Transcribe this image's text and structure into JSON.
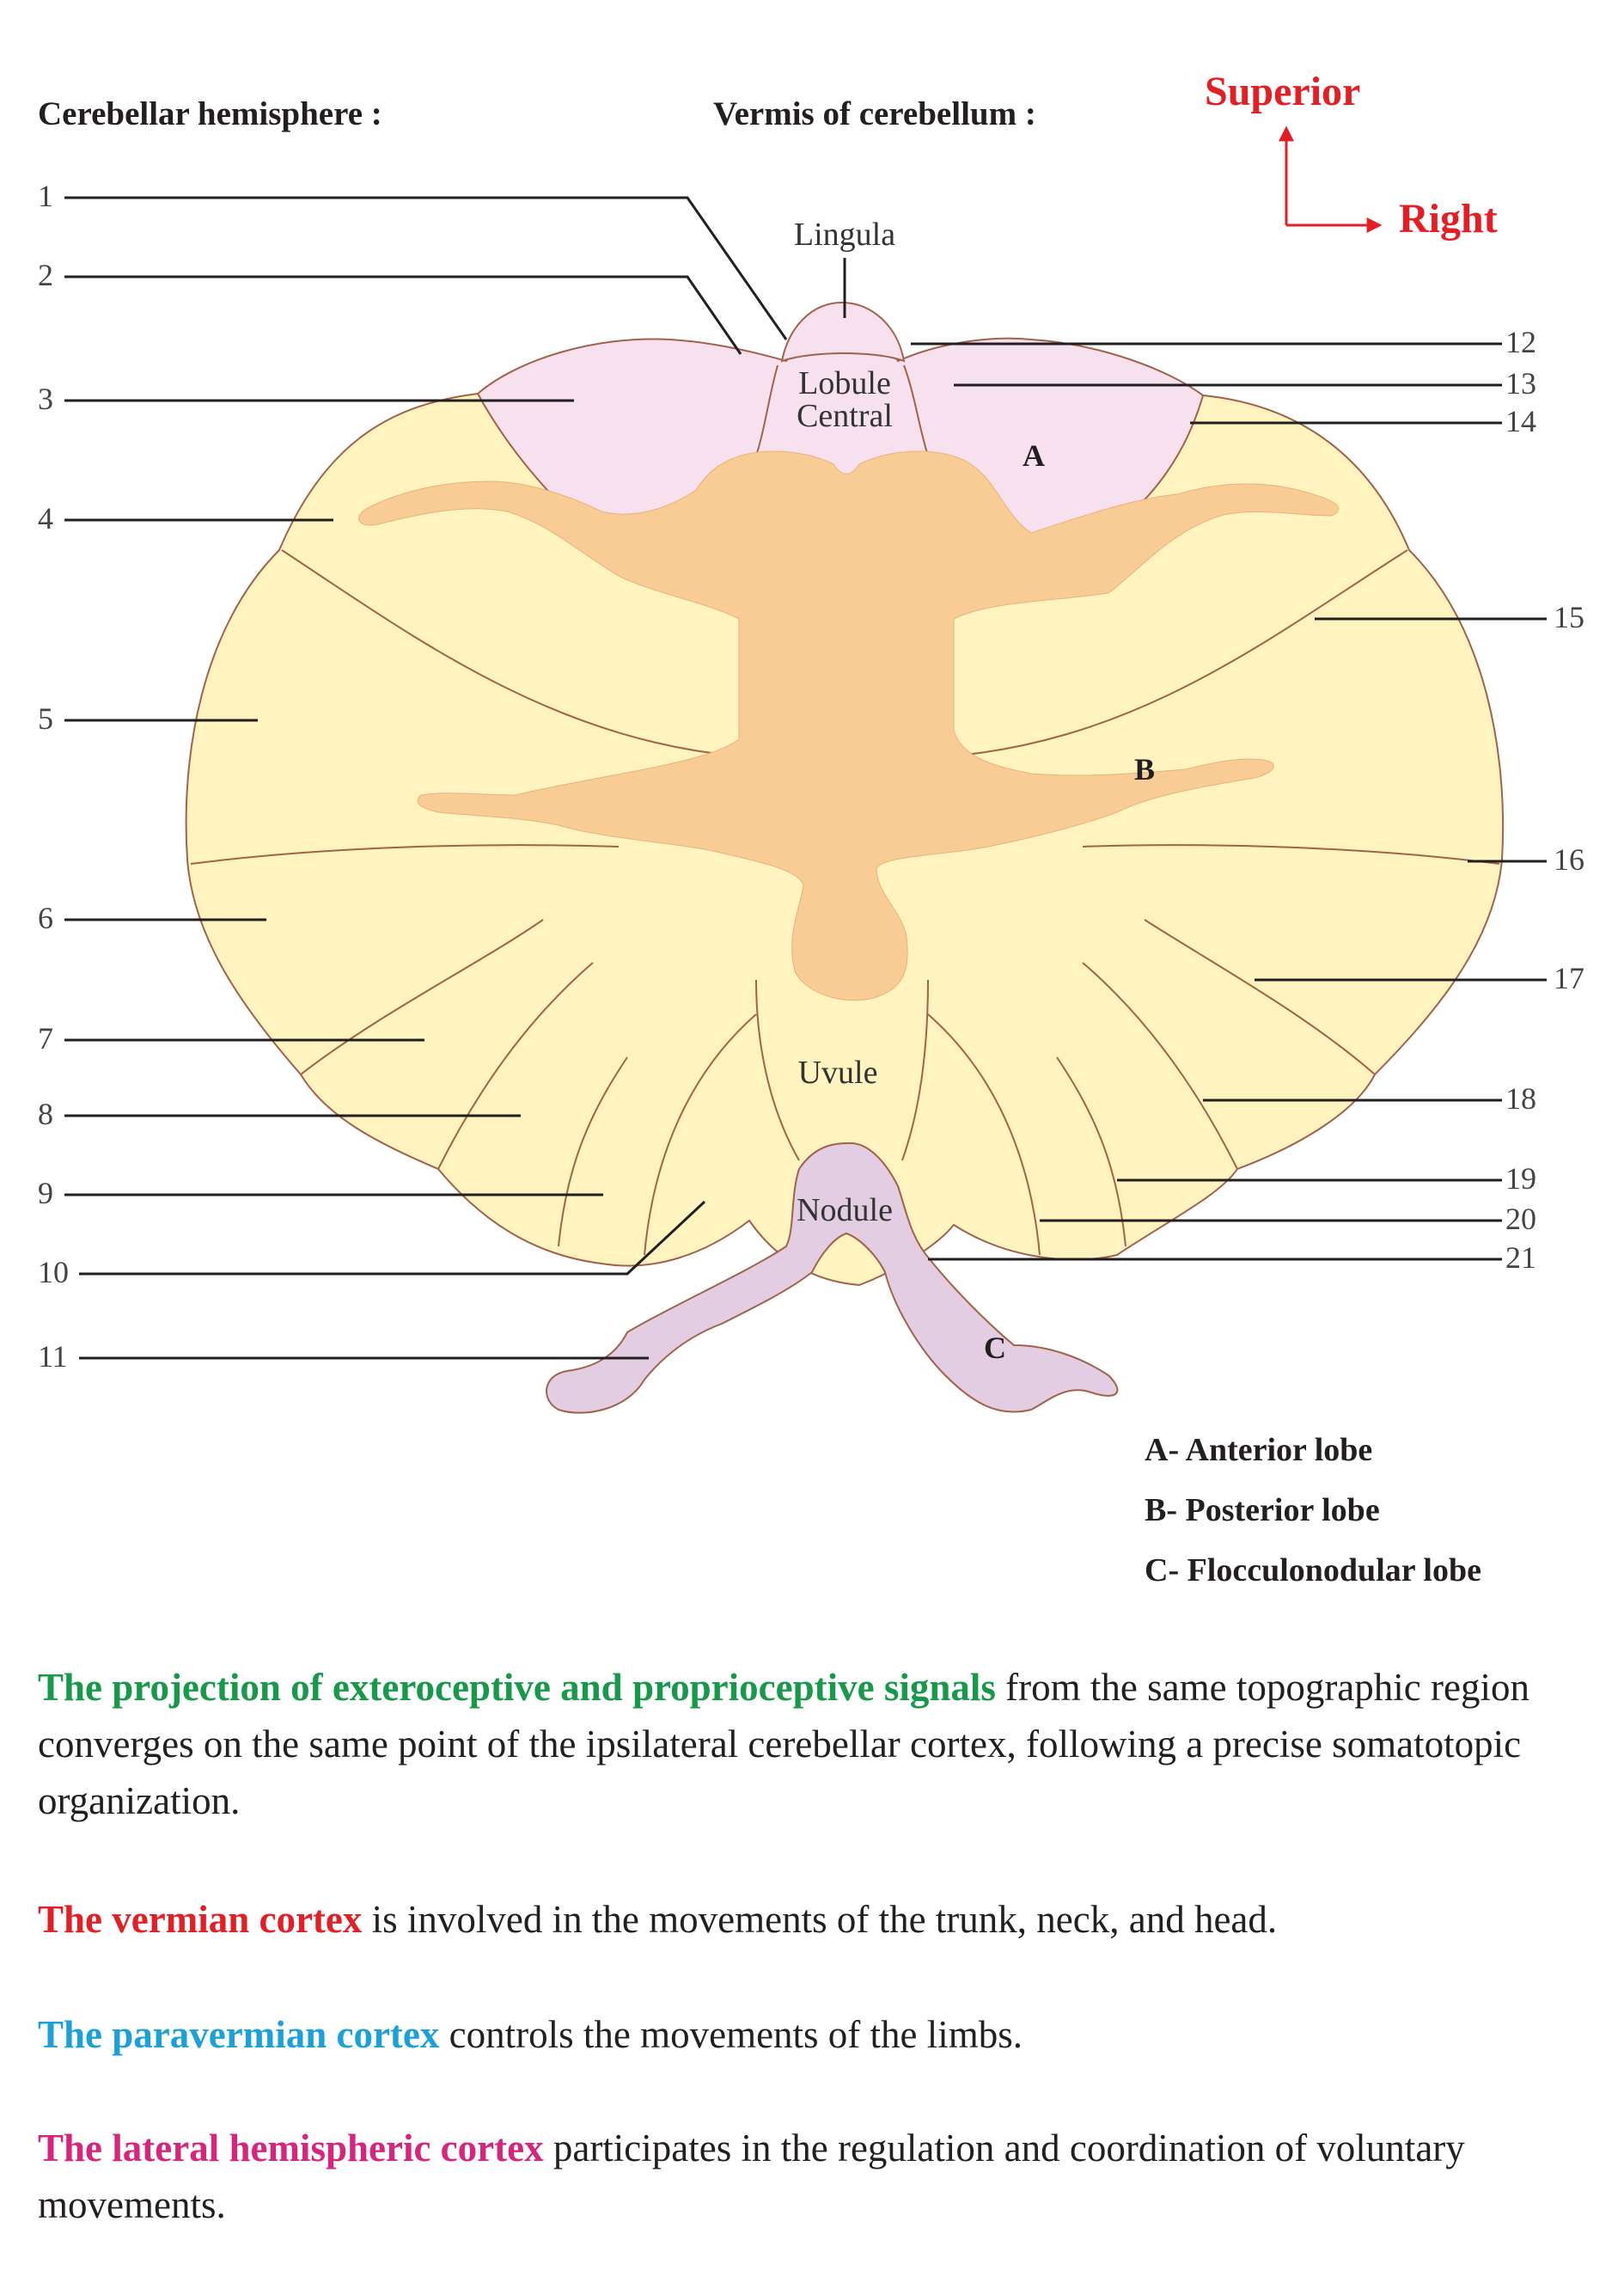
{
  "headers": {
    "hemisphere": "Cerebellar hemisphere :",
    "vermis": "Vermis of cerebellum :"
  },
  "orientation": {
    "superior": "Superior",
    "right": "Right"
  },
  "regions": {
    "lingula": "Lingula",
    "lobule": "Lobule",
    "central": "Central",
    "uvule": "Uvule",
    "nodule": "Nodule"
  },
  "lobe_letters": {
    "a": "A",
    "b": "B",
    "c": "C"
  },
  "left_numbers": [
    "1",
    "2",
    "3",
    "4",
    "5",
    "6",
    "7",
    "8",
    "9",
    "10",
    "11"
  ],
  "right_numbers": [
    "12",
    "13",
    "14",
    "15",
    "16",
    "17",
    "18",
    "19",
    "20",
    "21"
  ],
  "legend": {
    "a": "A- Anterior lobe",
    "b": "B- Posterior lobe",
    "c": "C- Flocculonodular lobe"
  },
  "paragraphs": {
    "p1_highlight": "The projection of exteroceptive and proprioceptive signals",
    "p1_rest": " from the same topographic region converges on the same point of the ipsilateral cerebellar cortex, following a precise somatotopic organization.",
    "p2_highlight": "The vermian cortex",
    "p2_rest": " is involved in the movements of the trunk, neck, and head.",
    "p3_highlight": "The paravermian cortex",
    "p3_rest": " controls the movements of the limbs.",
    "p4_highlight": "The lateral hemispheric cortex",
    "p4_rest": " participates in the regulation and coordination of voluntary movements."
  },
  "colors": {
    "posterior_fill": "#fff3c0",
    "anterior_fill": "#f8e1ef",
    "flocculonodular_fill": "#e2cde2",
    "homunculus_fill": "#f9cc96",
    "outline": "#a0624a",
    "direction": "#e31e24"
  }
}
